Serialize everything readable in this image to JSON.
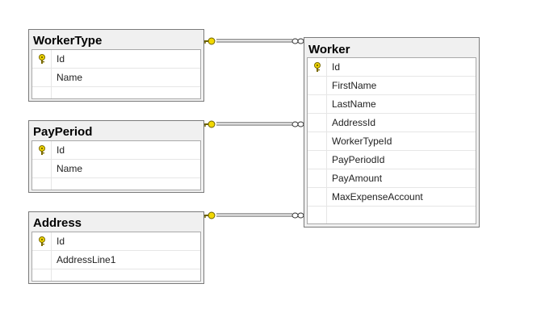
{
  "tables": {
    "workertype": {
      "name": "WorkerType",
      "columns": [
        "Id",
        "Name"
      ]
    },
    "payperiod": {
      "name": "PayPeriod",
      "columns": [
        "Id",
        "Name"
      ]
    },
    "address": {
      "name": "Address",
      "columns": [
        "Id",
        "AddressLine1"
      ]
    },
    "worker": {
      "name": "Worker",
      "columns": [
        "Id",
        "FirstName",
        "LastName",
        "AddressId",
        "WorkerTypeId",
        "PayPeriodId",
        "PayAmount",
        "MaxExpenseAccount"
      ]
    }
  },
  "primary_key_column": "Id",
  "relationships": [
    {
      "from": "WorkerType",
      "to": "Worker",
      "one_end": "key-icon",
      "many_end": "infinity-icon"
    },
    {
      "from": "PayPeriod",
      "to": "Worker",
      "one_end": "key-icon",
      "many_end": "infinity-icon"
    },
    {
      "from": "Address",
      "to": "Worker",
      "one_end": "key-icon",
      "many_end": "infinity-icon"
    }
  ],
  "colors": {
    "key": "#f2d800",
    "border": "#7a7a7a",
    "panel": "#f0f0f0"
  }
}
